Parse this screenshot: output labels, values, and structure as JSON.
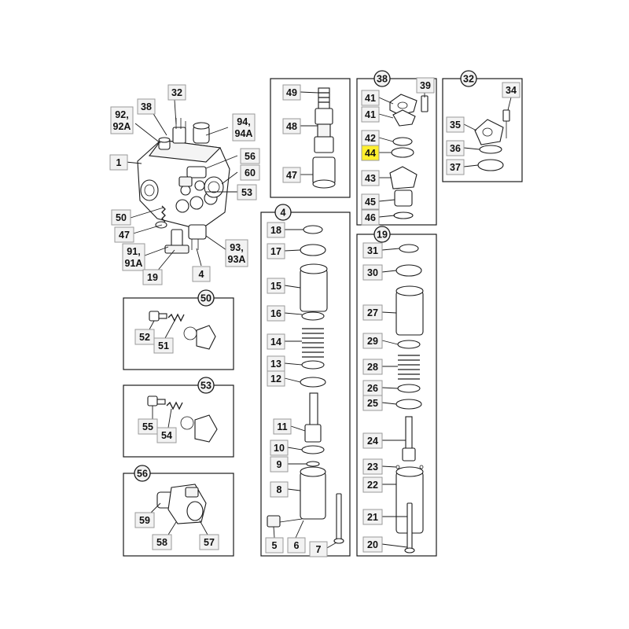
{
  "diagram": {
    "highlight_color": "#ffef2e",
    "panel_headers": {
      "p49": "",
      "p38": "38",
      "p32": "32",
      "p4": "4",
      "p19": "19",
      "p50": "50",
      "p53": "53",
      "p56": "56"
    },
    "labels": {
      "l32": "32",
      "l38": "38",
      "l92": "92,",
      "l92a": "92A",
      "l94": "94,",
      "l94a": "94A",
      "l1": "1",
      "l56m": "56",
      "l60": "60",
      "l53m": "53",
      "l50m": "50",
      "l47m": "47",
      "l91": "91,",
      "l91a": "91A",
      "l19m": "19",
      "l4m": "4",
      "l93": "93,",
      "l93a": "93A",
      "l49": "49",
      "l48": "48",
      "l47": "47",
      "l39": "39",
      "l41a": "41",
      "l41b": "41",
      "l42": "42",
      "l44": "44",
      "l43": "43",
      "l45": "45",
      "l46": "46",
      "l34": "34",
      "l35": "35",
      "l36": "36",
      "l37": "37",
      "l18": "18",
      "l17": "17",
      "l15": "15",
      "l16": "16",
      "l14": "14",
      "l13": "13",
      "l12": "12",
      "l11": "11",
      "l10": "10",
      "l9": "9",
      "l8": "8",
      "l5": "5",
      "l6": "6",
      "l7": "7",
      "l31": "31",
      "l30": "30",
      "l27": "27",
      "l29": "29",
      "l28": "28",
      "l26": "26",
      "l25": "25",
      "l24": "24",
      "l23": "23",
      "l22": "22",
      "l21": "21",
      "l20": "20",
      "l52": "52",
      "l51": "51",
      "l55": "55",
      "l54": "54",
      "l59": "59",
      "l58": "58",
      "l57": "57"
    },
    "highlighted": [
      "l44"
    ]
  }
}
